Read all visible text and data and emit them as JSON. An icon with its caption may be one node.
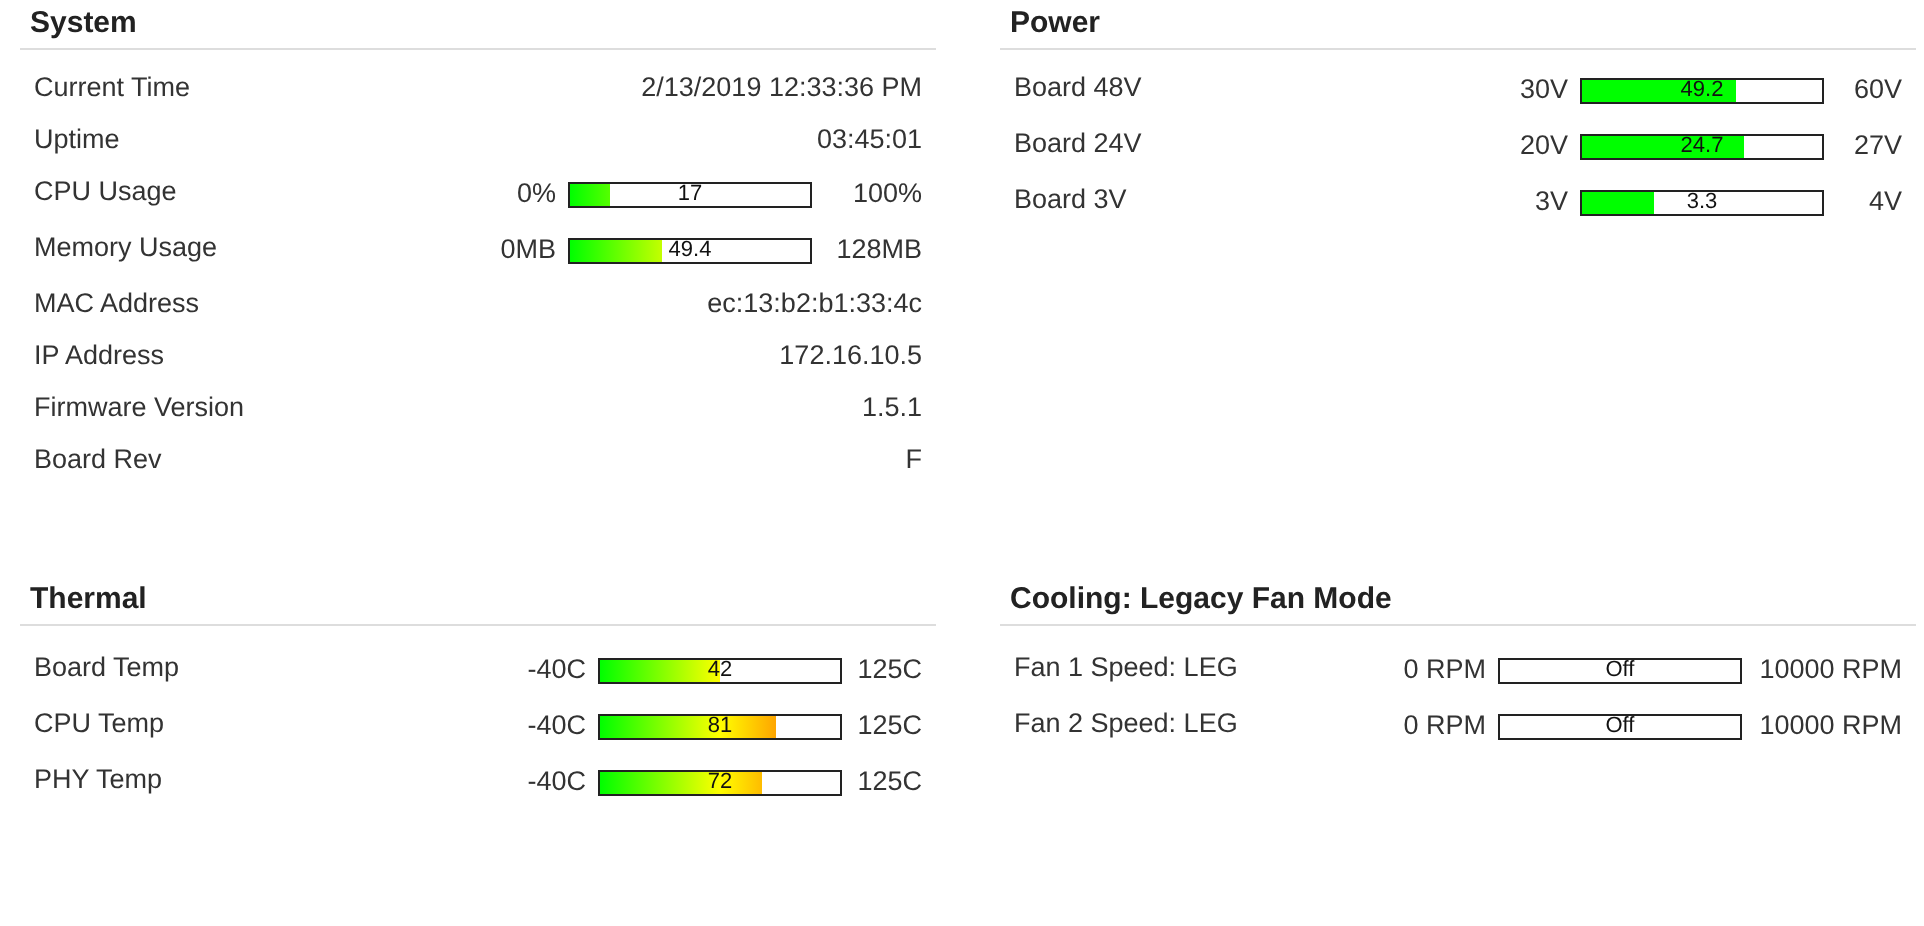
{
  "diagram": {
    "nodes": [
      {
        "text": [
          "System"
        ]
      },
      {
        "text": [
          "17"
        ],
        "in": 0,
        "beside": [
          "0%",
          "100%"
        ]
      },
      {
        "text": [
          "49.4"
        ],
        "in": 0,
        "beside": [
          "0MB",
          "128MB"
        ]
      },
      {
        "text": [
          "Power"
        ]
      },
      {
        "text": [
          "49.2"
        ],
        "in": 3,
        "beside": [
          "30V",
          "60V"
        ]
      },
      {
        "text": [
          "24.7"
        ],
        "in": 3,
        "beside": [
          "20V",
          "27V"
        ]
      },
      {
        "text": [
          "3.3"
        ],
        "in": 3,
        "beside": [
          "3V",
          "4V"
        ]
      },
      {
        "text": [
          "Thermal"
        ]
      },
      {
        "text": [
          "42"
        ],
        "in": 7,
        "beside": [
          "-40C",
          "125C"
        ]
      },
      {
        "text": [
          "81"
        ],
        "in": 7,
        "beside": [
          "-40C",
          "125C"
        ]
      },
      {
        "text": [
          "72"
        ],
        "in": 7,
        "beside": [
          "-40C",
          "125C"
        ]
      },
      {
        "text": [
          "Cooling: Legacy Fan Mode"
        ]
      },
      {
        "text": [
          "Off"
        ],
        "in": 11,
        "beside": [
          "0 RPM",
          "10000 RPM"
        ]
      },
      {
        "text": [
          "Off"
        ],
        "in": 11,
        "beside": [
          "0 RPM",
          "10000 RPM"
        ]
      }
    ],
    "labels": [
      "Current Time",
      "2/13/2019 12:33:36 PM",
      "Uptime",
      "03:45:01",
      "CPU Usage",
      "Memory Usage",
      "MAC Address",
      "ec:13:b2:b1:33:4c",
      "IP Address",
      "172.16.10.5",
      "Firmware Version",
      "1.5.1",
      "Board Rev",
      "F",
      "Board 48V",
      "Board 24V",
      "Board 3V",
      "Board Temp",
      "CPU Temp",
      "PHY Temp",
      "Fan 1 Speed: LEG",
      "Fan 2 Speed: LEG"
    ]
  }
}
